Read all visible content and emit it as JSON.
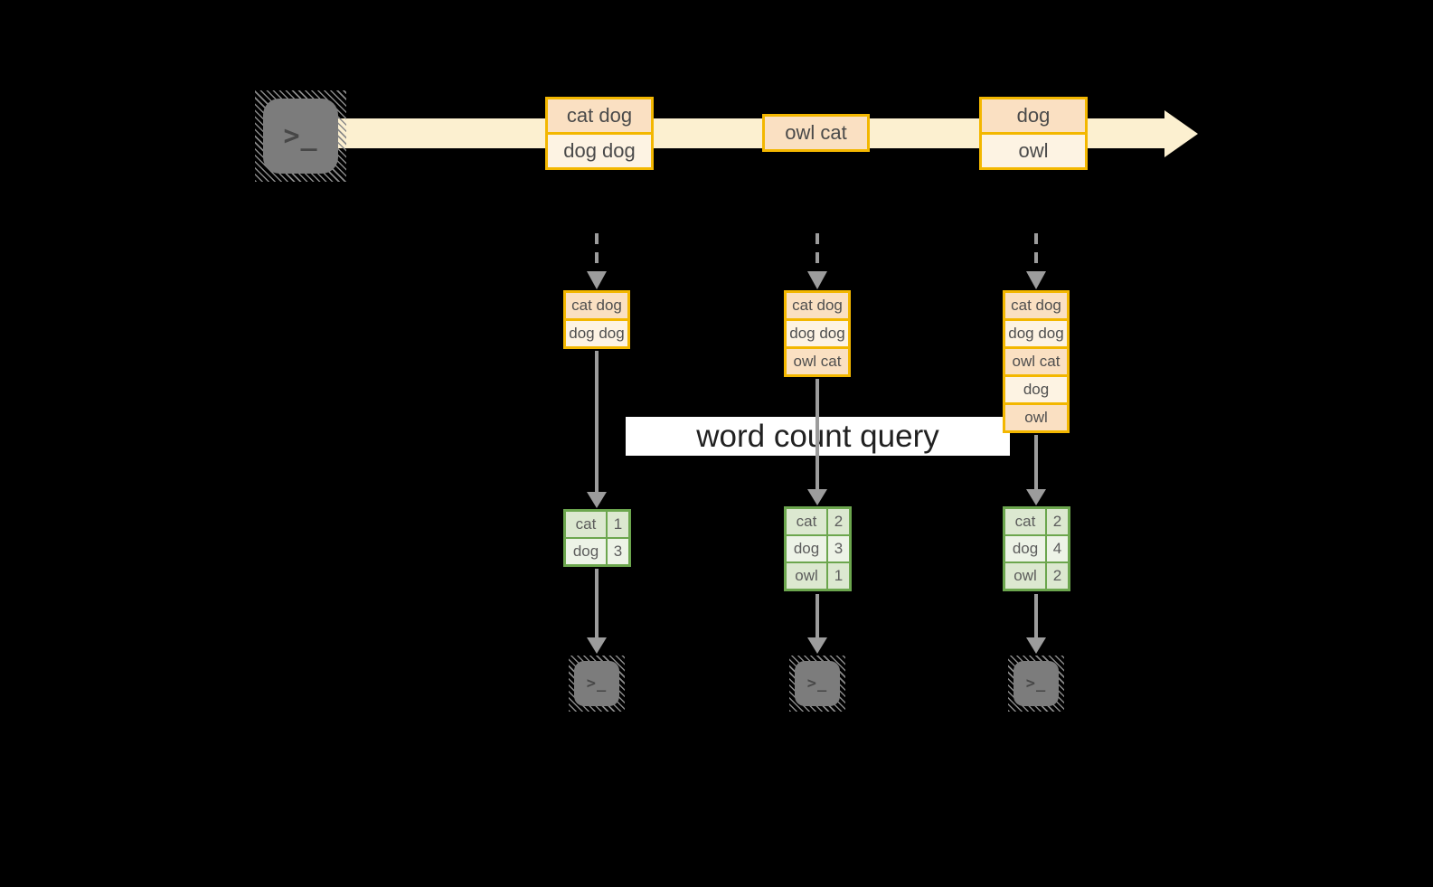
{
  "banner": {
    "label": "word count query"
  },
  "icons": {
    "source_terminal": "terminal-icon",
    "output_terminal": "terminal-icon",
    "prompt_glyph": ">_",
    "stream_arrowhead": "right-arrowhead"
  },
  "stream": {
    "messages": [
      {
        "rows": [
          "cat dog",
          "dog dog"
        ]
      },
      {
        "rows": [
          "owl cat"
        ]
      },
      {
        "rows": [
          "dog",
          "owl"
        ]
      }
    ]
  },
  "columns": [
    {
      "stack": [
        "cat dog",
        "dog dog"
      ],
      "table": [
        {
          "word": "cat",
          "count": "1"
        },
        {
          "word": "dog",
          "count": "3"
        }
      ]
    },
    {
      "stack": [
        "cat dog",
        "dog dog",
        "owl cat"
      ],
      "table": [
        {
          "word": "cat",
          "count": "2"
        },
        {
          "word": "dog",
          "count": "3"
        },
        {
          "word": "owl",
          "count": "1"
        }
      ]
    },
    {
      "stack": [
        "cat dog",
        "dog dog",
        "owl cat",
        "dog",
        "owl"
      ],
      "table": [
        {
          "word": "cat",
          "count": "2"
        },
        {
          "word": "dog",
          "count": "4"
        },
        {
          "word": "owl",
          "count": "2"
        }
      ]
    }
  ],
  "colors": {
    "background": "#000000",
    "stream_band": "#fcf0d0",
    "box_border_gold": "#f3b700",
    "box_fill_peach": "#fae0c2",
    "box_fill_cream": "#fdf3e3",
    "table_border_green": "#6ca64e",
    "table_cell_dark": "#dce8d0",
    "table_cell_light": "#edf3e7",
    "terminal_gray": "#7c7c7c",
    "arrow_gray": "#9c9c9c",
    "banner_bg": "#ffffff",
    "banner_text": "#212121"
  }
}
